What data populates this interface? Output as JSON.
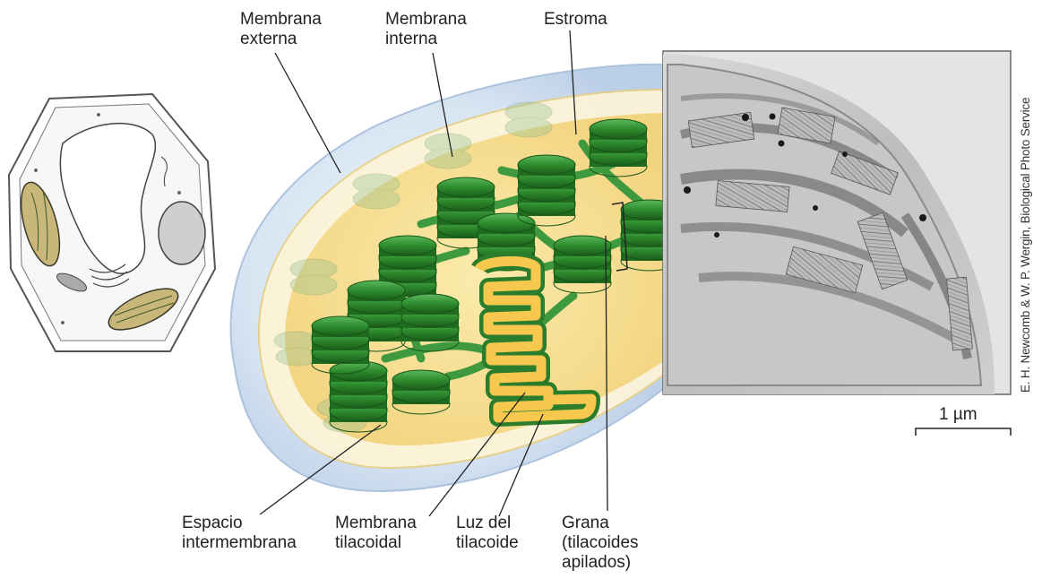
{
  "labels": {
    "outer_membrane": [
      "Membrana",
      "externa"
    ],
    "inner_membrane": [
      "Membrana",
      "interna"
    ],
    "stroma": [
      "Estroma"
    ],
    "intermembrane_space": [
      "Espacio",
      "intermembrana"
    ],
    "thylakoid_membrane": [
      "Membrana",
      "tilacoidal"
    ],
    "thylakoid_lumen": [
      "Luz del",
      "tilacoide"
    ],
    "granum": [
      "Grana",
      "(tilacoides",
      "apilados)"
    ]
  },
  "credit": "E. H. Newcomb & W. P. Wergin, Biological Photo Service",
  "scale_bar_label": "1 µm",
  "colors": {
    "thylakoid_green": "#2e8b2e",
    "thylakoid_dark": "#1f6b1f",
    "stroma_yellow": "#f7dd8a",
    "envelope_blue": "#c9d9ec",
    "plant_chloroplast": "#c9b779"
  }
}
